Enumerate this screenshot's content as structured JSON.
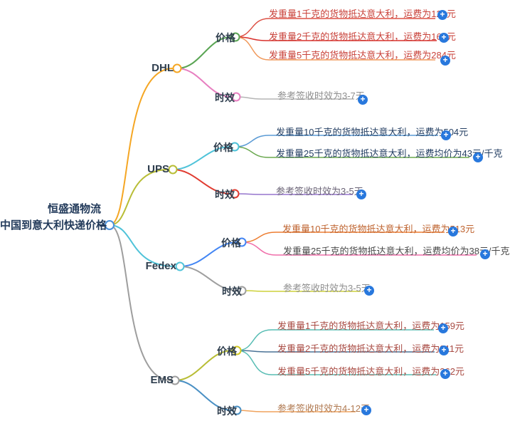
{
  "root": {
    "title_line1": "恒盛通物流",
    "title_line2": "中国到意大利快递价格"
  },
  "icons": {
    "plus": "+"
  },
  "colors": {
    "root_node": "#4a90d9",
    "root_text": "#233b5b",
    "plus_button": "#2878dd",
    "dhl_branch": "#f5a623",
    "ups_branch": "#b8bd35",
    "fedex_branch": "#4fc3d9",
    "ems_branch": "#9e9e9e"
  },
  "branches": [
    {
      "label": "DHL",
      "color": "#f5a623",
      "children": [
        {
          "label": "价格",
          "color": "#5aa554",
          "leaves": [
            {
              "text": "发重量1千克的货物抵达意大利，运费为121元",
              "text_color": "#c9433b",
              "line_color": "#dd5145"
            },
            {
              "text": "发重量2千克的货物抵达意大利，运费为161元",
              "text_color": "#c9433b",
              "line_color": "#d9302c"
            },
            {
              "text": "发重量5千克的货物抵达意大利，运费为284元",
              "text_color": "#c9433b",
              "line_color": "#f0985a"
            }
          ]
        },
        {
          "label": "时效",
          "color": "#e77fc0",
          "leaves": [
            {
              "text": "参考签收时效为3-7天",
              "text_color": "#8f8f8f",
              "line_color": "#b5b5b5"
            }
          ]
        }
      ]
    },
    {
      "label": "UPS",
      "color": "#b8bd35",
      "children": [
        {
          "label": "价格",
          "color": "#4fc3d9",
          "leaves": [
            {
              "text": "发重量10千克的货物抵达意大利，运费为504元",
              "text_color": "#243f63",
              "line_color": "#5b9bd5"
            },
            {
              "text": "发重量25千克的货物抵达意大利，运费均价为43元/千克",
              "text_color": "#243f63",
              "line_color": "#6aa84f"
            }
          ]
        },
        {
          "label": "时效",
          "color": "#e03c31",
          "leaves": [
            {
              "text": "参考签收时效为3-5天",
              "text_color": "#6b6477",
              "line_color": "#9575cd"
            }
          ]
        }
      ]
    },
    {
      "label": "Fedex",
      "color": "#4fc3d9",
      "children": [
        {
          "label": "价格",
          "color": "#4285f4",
          "leaves": [
            {
              "text": "发重量10千克的货物抵达意大利，运费为513元",
              "text_color": "#bf6430",
              "line_color": "#ed7d31"
            },
            {
              "text": "发重量25千克的货物抵达意大利，运费均价为38元/千克",
              "text_color": "#4a4a4a",
              "line_color": "#f06eaa"
            }
          ]
        },
        {
          "label": "时效",
          "color": "#9e9e9e",
          "leaves": [
            {
              "text": "参考签收时效为3-5天",
              "text_color": "#8f8f8f",
              "line_color": "#cdd13a"
            }
          ]
        }
      ]
    },
    {
      "label": "EMS",
      "color": "#9e9e9e",
      "children": [
        {
          "label": "价格",
          "color": "#d4c921",
          "leaves": [
            {
              "text": "发重量1千克的货物抵达意大利，运费为159元",
              "text_color": "#a84a42",
              "line_color": "#58bdb4"
            },
            {
              "text": "发重量2千克的货物抵达意大利，运费为211元",
              "text_color": "#a84a42",
              "line_color": "#4a7296"
            },
            {
              "text": "发重量5千克的货物抵达意大利，运费为362元",
              "text_color": "#a84a42",
              "line_color": "#58bdb4"
            }
          ]
        },
        {
          "label": "时效",
          "color": "#4a90c4",
          "leaves": [
            {
              "text": "参考签收时效为4-12天",
              "text_color": "#b07a52",
              "line_color": "#f0a35e"
            }
          ]
        }
      ]
    }
  ]
}
